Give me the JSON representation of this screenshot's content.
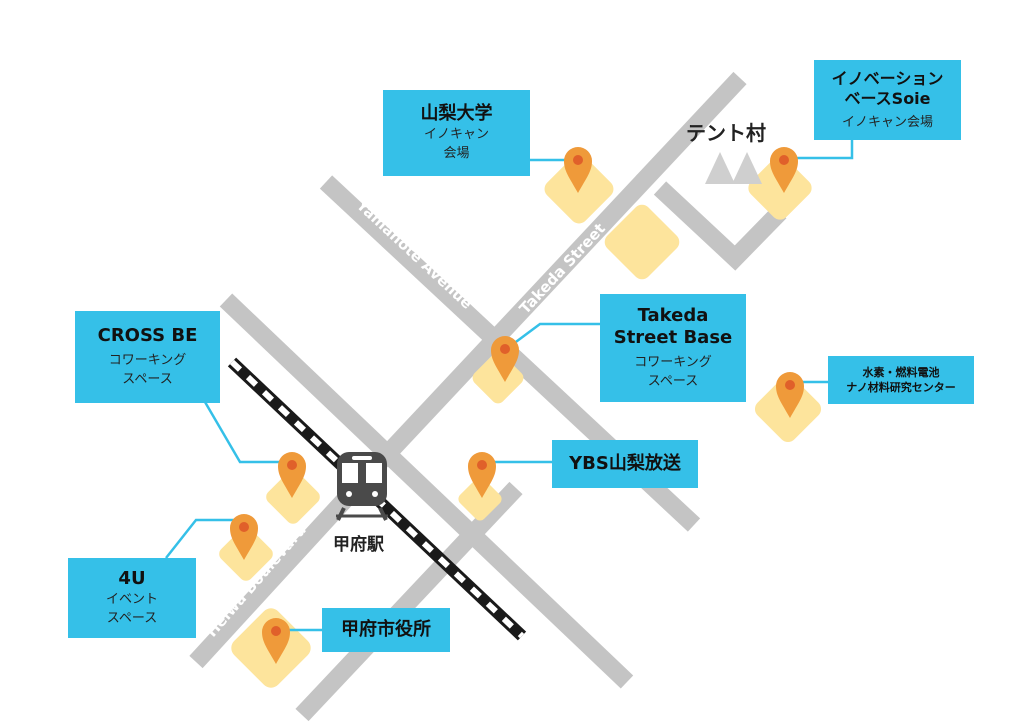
{
  "colors": {
    "road": "#c4c4c4",
    "label_bg": "#35c0e8",
    "pin": "#ef9a3a",
    "pin_dot": "#e0602a",
    "pad": "#fde49c",
    "rail_dark": "#1a1a1a",
    "leader": "#35c0e8"
  },
  "icons": {
    "pin": "map-pin-icon",
    "train": "train-icon",
    "tents": "tent-icon"
  },
  "streets": {
    "yamanote": "Yamanote Avenue",
    "takeda": "Takeda Street",
    "heiwa": "Heiwa Boulevard"
  },
  "places": {
    "yamanashi_univ": {
      "title": "山梨大学",
      "sub1": "イノキャン",
      "sub2": "会場"
    },
    "innovation_base": {
      "title1": "イノベーション",
      "title2": "ベースSoie",
      "sub": "イノキャン会場"
    },
    "tent_village": {
      "title": "テント村"
    },
    "cross_be": {
      "title": "CROSS BE",
      "sub1": "コワーキング",
      "sub2": "スペース"
    },
    "takeda_base": {
      "title1": "Takeda",
      "title2": "Street Base",
      "sub1": "コワーキング",
      "sub2": "スペース"
    },
    "hydrogen": {
      "title1": "水素・燃料電池",
      "title2": "ナノ材料研究センター"
    },
    "ybs": {
      "title": "YBS山梨放送"
    },
    "four_u": {
      "title": "4U",
      "sub1": "イベント",
      "sub2": "スペース"
    },
    "city_hall": {
      "title": "甲府市役所"
    },
    "station": {
      "title": "甲府駅"
    }
  }
}
